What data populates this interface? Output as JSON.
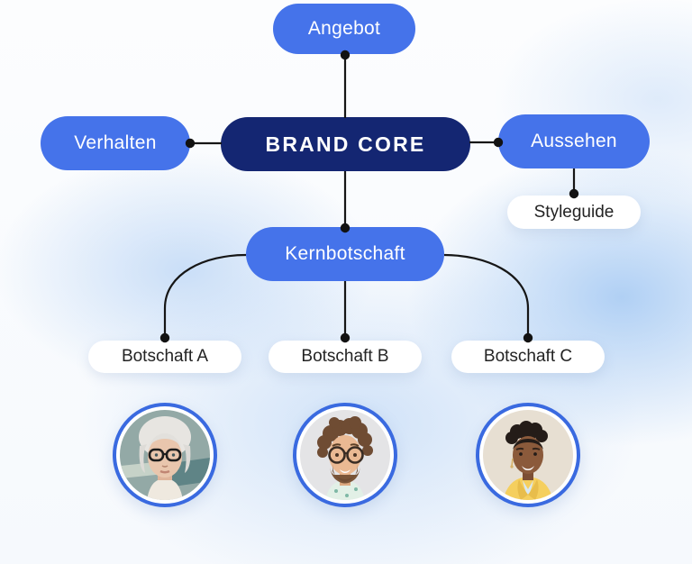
{
  "diagram": {
    "title_node": {
      "label": "BRAND CORE"
    },
    "satellites": {
      "top": {
        "label": "Angebot"
      },
      "left": {
        "label": "Verhalten"
      },
      "right": {
        "label": "Aussehen"
      },
      "right_child": {
        "label": "Styleguide"
      },
      "bottom": {
        "label": "Kernbotschaft"
      }
    },
    "messages": {
      "a": {
        "label": "Botschaft A"
      },
      "b": {
        "label": "Botschaft B"
      },
      "c": {
        "label": "Botschaft C"
      }
    },
    "avatars": [
      {
        "name": "persona-a-avatar",
        "description": "older woman, grey hair, dark glasses, teal background"
      },
      {
        "name": "persona-b-avatar",
        "description": "young man, curly brown hair, glasses, beard, smiling"
      },
      {
        "name": "persona-c-avatar",
        "description": "woman, short dark hair, yellow blazer, smiling"
      }
    ],
    "colors": {
      "node_blue": "#4573ea",
      "node_navy": "#142672",
      "node_white": "#ffffff",
      "text_on_blue": "#ffffff",
      "text_dark": "#232323",
      "connector": "#161616",
      "avatar_ring": "#3a6ae0",
      "background_tint": "#cfe0f6"
    }
  }
}
